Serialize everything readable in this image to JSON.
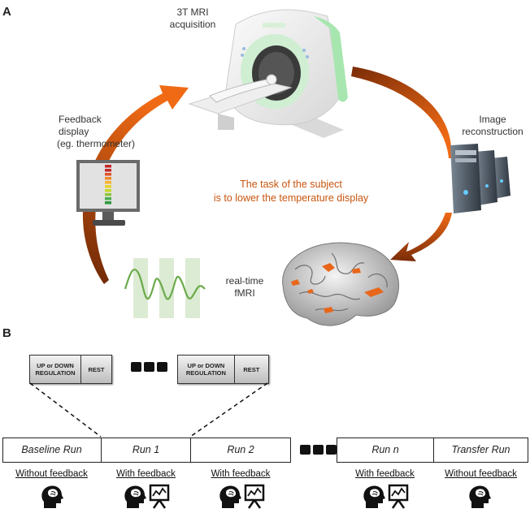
{
  "panel_a": {
    "letter": "A",
    "mri_label": [
      "3T MRI",
      "acquisition"
    ],
    "feedback_label": [
      "Feedback",
      "display",
      "(eg. thermometer)"
    ],
    "recon_label": [
      "Image",
      "reconstruction"
    ],
    "task_text": [
      "The task of the subject",
      "is to lower the temperature display"
    ],
    "fmri_label": [
      "real-time",
      "fMRI"
    ],
    "colors": {
      "arrow": "#d85a12",
      "task_text": "#c8550e",
      "signal": "#6aaa4a",
      "scanner_accent": "#9fe3a8"
    }
  },
  "panel_b": {
    "letter": "B",
    "block_left": {
      "regulation": [
        "UP or DOWN",
        "REGULATION"
      ],
      "rest": "REST"
    },
    "block_right": {
      "regulation": [
        "UP or DOWN",
        "REGULATION"
      ],
      "rest": "REST"
    },
    "runs": [
      {
        "label": "Baseline Run",
        "condition": "Without feedback",
        "icons": [
          "head-icon"
        ]
      },
      {
        "label": "Run 1",
        "condition": "With feedback",
        "icons": [
          "head-icon",
          "display-icon"
        ]
      },
      {
        "label": "Run 2",
        "condition": "With feedback",
        "icons": [
          "head-icon",
          "display-icon"
        ]
      },
      {
        "label": "Run n",
        "condition": "With feedback",
        "icons": [
          "head-icon",
          "display-icon"
        ]
      },
      {
        "label": "Transfer Run",
        "condition": "Without feedback",
        "icons": [
          "head-icon"
        ]
      }
    ]
  }
}
